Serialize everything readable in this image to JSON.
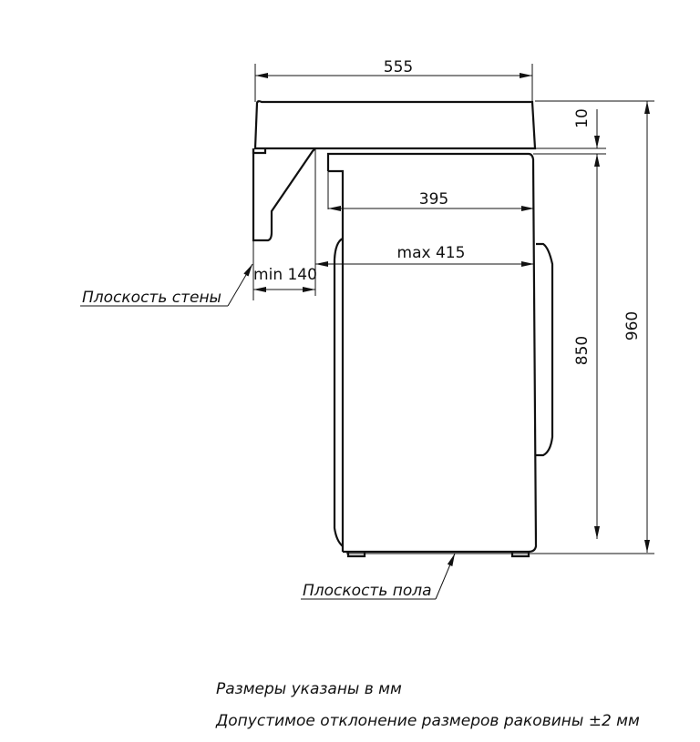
{
  "dimensions": {
    "sink_width": "555",
    "sink_thickness": "10",
    "total_height": "960",
    "machine_height": "850",
    "machine_depth": "395",
    "max_depth": "max 415",
    "min_wall_gap": "min 140"
  },
  "labels": {
    "wall_plane": "Плоскость стены",
    "floor_plane": "Плоскость пола"
  },
  "notes": {
    "units": "Размеры указаны в мм",
    "tolerance": "Допустимое отклонение размеров раковины ±2 мм"
  }
}
